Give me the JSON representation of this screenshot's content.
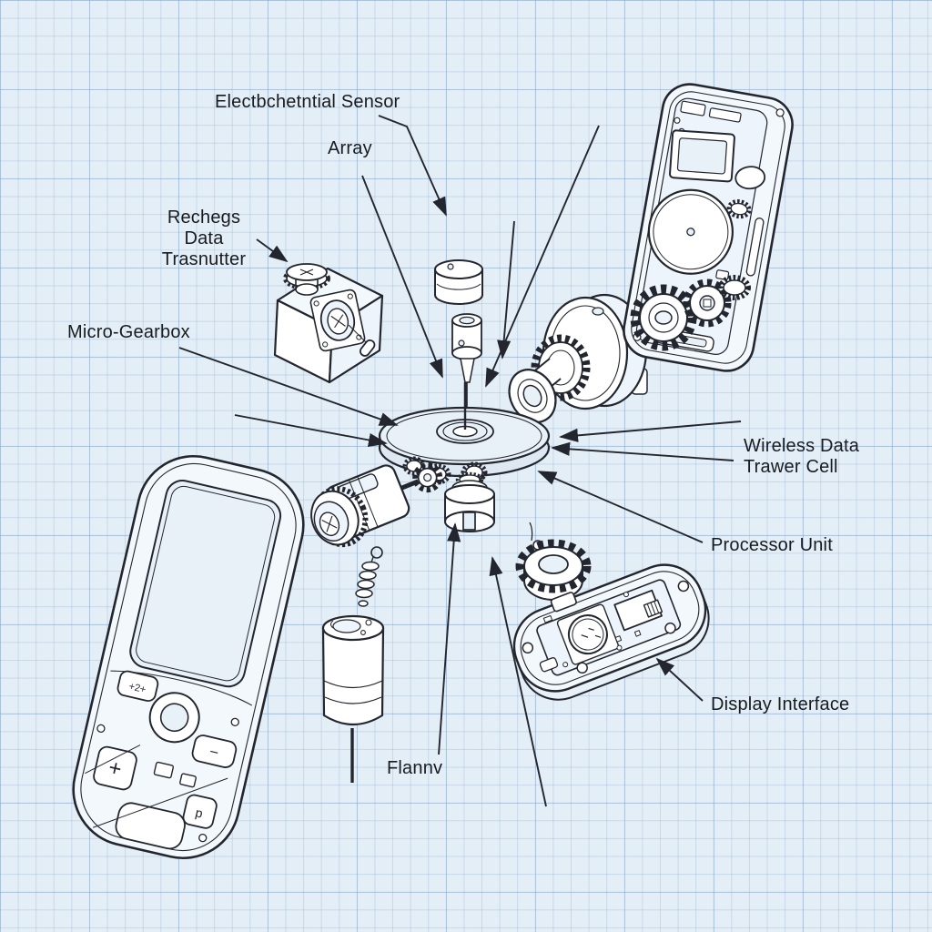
{
  "scene": {
    "kind": "exploded-view technical sketch on graph paper",
    "subject": "handheld electronic device components"
  },
  "colors": {
    "paper": "#e4eef7",
    "grid_line": "#8caacd",
    "ink": "#23262e",
    "part_fill": "#ffffff",
    "part_shade": "#e8f0f8"
  },
  "labels": [
    {
      "name": "electrochemical-sensor",
      "text": "Electbchetntial Sensor"
    },
    {
      "name": "sensor-array",
      "text": "Array"
    },
    {
      "name": "data-transmitter",
      "text": "Rechegs Data",
      "text2": "Trasnutter"
    },
    {
      "name": "micro-gearbox",
      "text": "Micro-Gearbox"
    },
    {
      "name": "wireless-cell",
      "text": "Wireless Data",
      "text2": "Trawer Cell"
    },
    {
      "name": "processor-unit",
      "text": "Processor Unit"
    },
    {
      "name": "display-interface",
      "text": "Display Interface"
    },
    {
      "name": "flannv",
      "text": "Flannv"
    }
  ],
  "device_markings": {
    "btn_mode": "+2+",
    "btn_minus": "−",
    "btn_plus": "+",
    "btn_small": "p"
  },
  "parts": [
    "device-front-shell",
    "data-transmitter-box",
    "sensor-cap",
    "shaft-coupler",
    "sensor-disc",
    "retainer-cap",
    "drum-bearing-assembly",
    "rear-panel-assembly",
    "panel-gears",
    "micro-gearbox-motor",
    "spring",
    "battery-cell",
    "crown-gear",
    "processor-pcb"
  ]
}
